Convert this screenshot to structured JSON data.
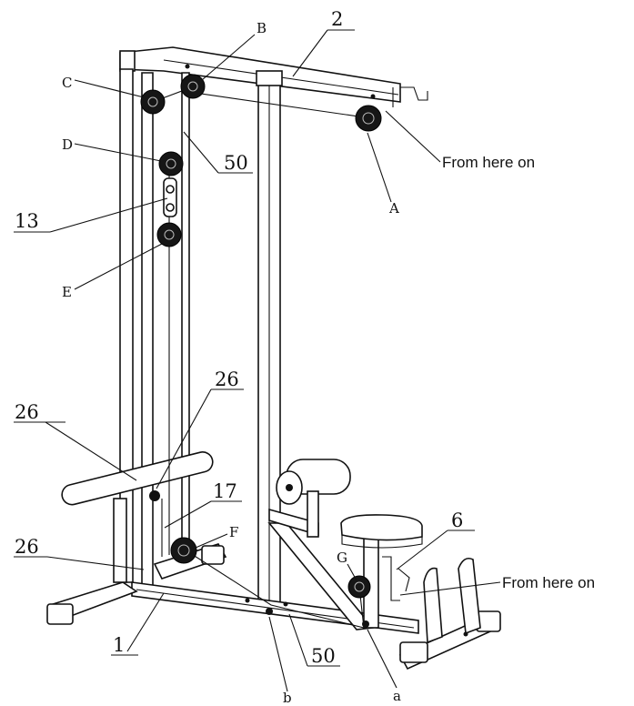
{
  "callouts": {
    "2": "2",
    "B": "B",
    "C": "C",
    "D": "D",
    "50_top": "50",
    "13": "13",
    "E": "E",
    "A": "A",
    "26_right": "26",
    "26_left": "26",
    "17": "17",
    "F": "F",
    "26_bottom": "26",
    "G": "G",
    "6": "6",
    "1": "1",
    "50_bottom": "50",
    "b": "b",
    "a": "a"
  },
  "notes": {
    "top": "From here on",
    "bottom": "From here on"
  }
}
